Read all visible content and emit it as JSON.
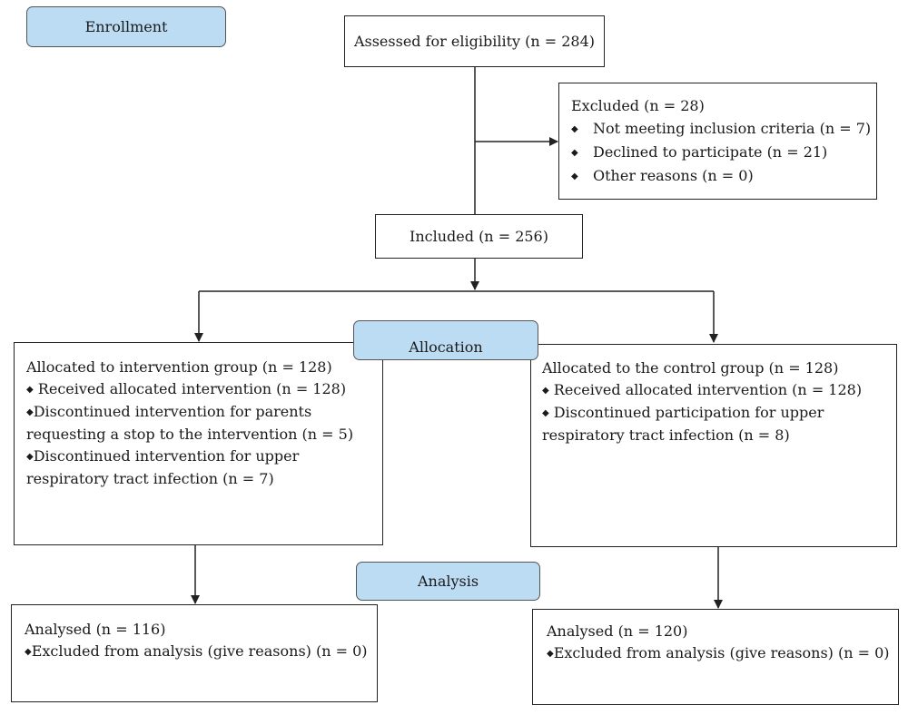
{
  "stages": {
    "enrollment": "Enrollment",
    "allocation": "Allocation",
    "analysis": "Analysis"
  },
  "assessed": {
    "label": "Assessed for eligibility (n = 284)"
  },
  "excluded": {
    "title": "Excluded (n = 28)",
    "bullet": "◆",
    "items": [
      "Not meeting inclusion criteria (n = 7)",
      "Declined to participate (n = 21)",
      "Other reasons (n = 0)"
    ]
  },
  "included": {
    "label": "Included (n = 256)"
  },
  "intervention": {
    "title": "Allocated to intervention group (n = 128)",
    "bullet": "◆",
    "received": "Received allocated intervention (n = 128)",
    "discontinued_parents_1": "Discontinued intervention for parents",
    "discontinued_parents_2": "requesting a stop to the intervention (n = 5)",
    "discontinued_uri_1": "Discontinued intervention for upper",
    "discontinued_uri_2": "respiratory tract infection (n = 7)"
  },
  "control": {
    "title": "Allocated to the control group (n = 128)",
    "bullet": "◆",
    "received": "Received allocated intervention (n = 128)",
    "discontinued_1": "Discontinued participation for upper",
    "discontinued_2": "respiratory tract infection (n = 8)"
  },
  "analysis_intervention": {
    "title": "Analysed (n = 116)",
    "bullet": "◆",
    "excluded": "Excluded from analysis (give reasons) (n = 0)"
  },
  "analysis_control": {
    "title": "Analysed (n = 120)",
    "bullet": "◆",
    "excluded": "Excluded from analysis (give reasons) (n = 0)"
  },
  "colors": {
    "stage_fill": "#bcdcf4",
    "line": "#222222"
  }
}
